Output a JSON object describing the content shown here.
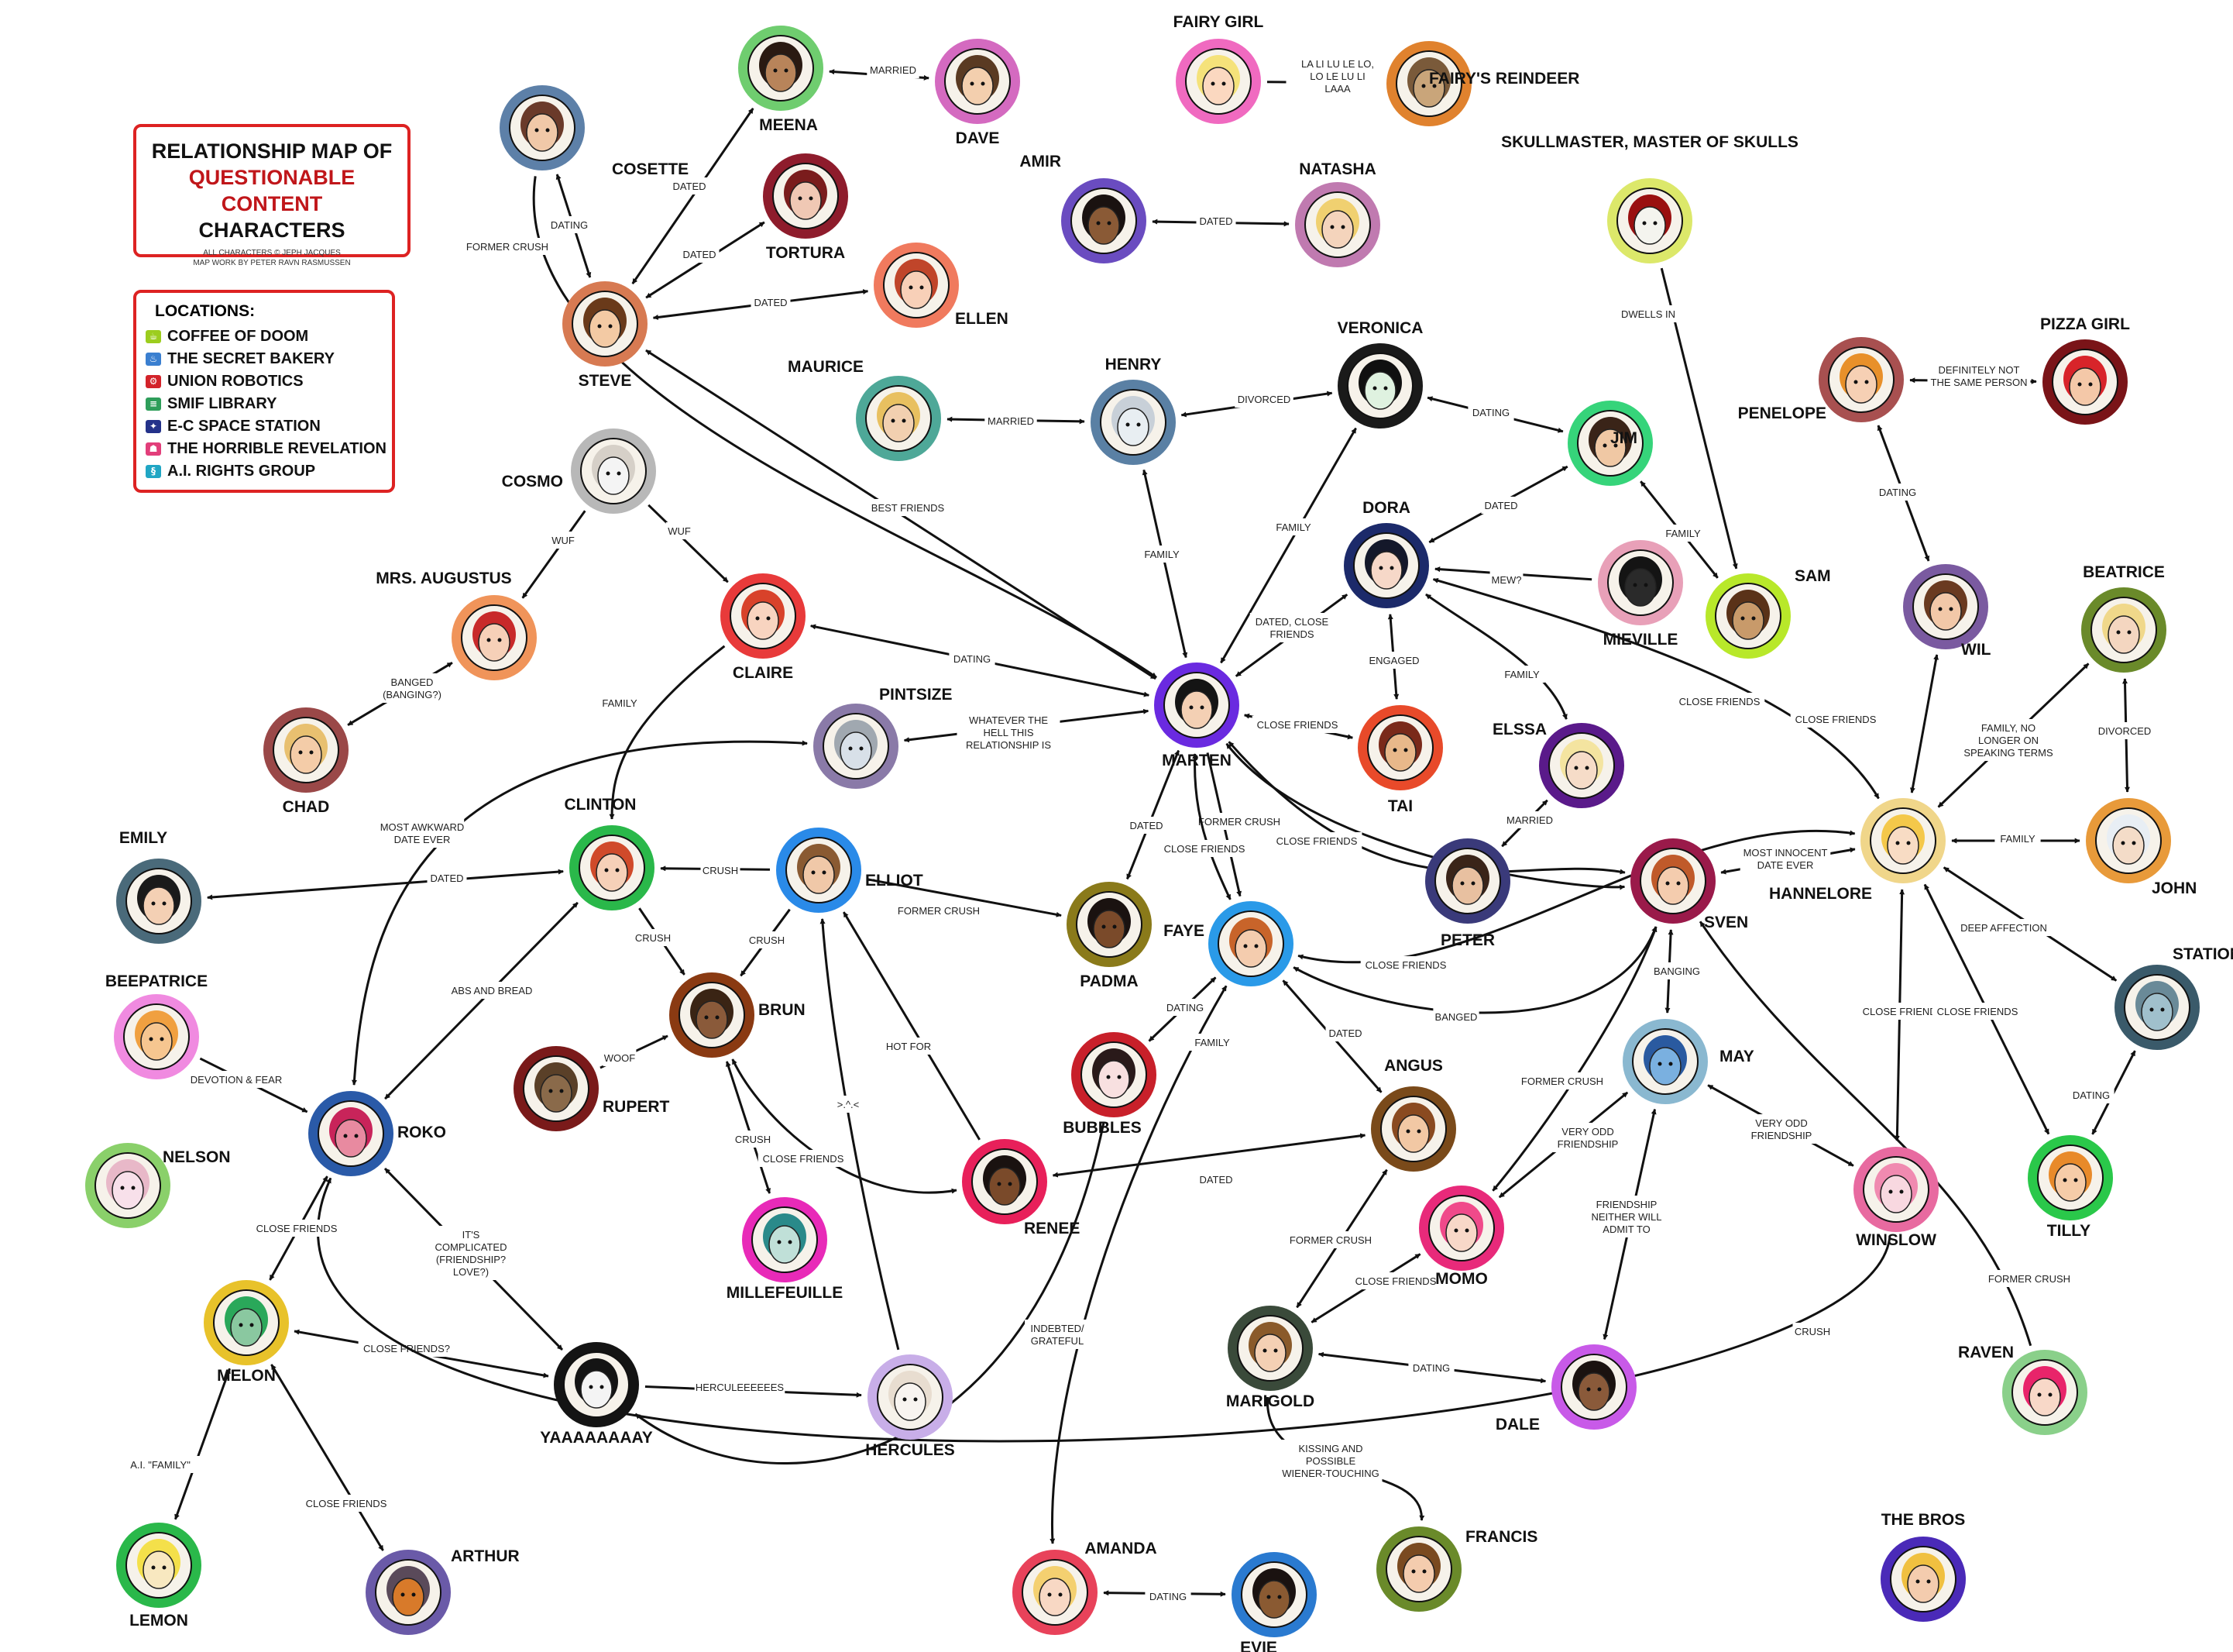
{
  "title": {
    "line1": "RELATIONSHIP MAP OF",
    "line2": "QUESTIONABLE CONTENT",
    "line3": "CHARACTERS",
    "credit1": "ALL CHARACTERS © JEPH JACQUES",
    "credit2": "MAP WORK BY PETER RAVN RASMUSSEN"
  },
  "legend": {
    "title": "LOCATIONS:",
    "items": [
      {
        "id": "coffee",
        "label": "COFFEE OF DOOM",
        "color": "#9ccd1e",
        "icon": "coffee-cup-icon",
        "glyph": "☕"
      },
      {
        "id": "bakery",
        "label": "THE SECRET BAKERY",
        "color": "#3a7fd0",
        "icon": "cake-icon",
        "glyph": "♨"
      },
      {
        "id": "union",
        "label": "UNION ROBOTICS",
        "color": "#d3232a",
        "icon": "robot-icon",
        "glyph": "⚙"
      },
      {
        "id": "smif",
        "label": "SMIF LIBRARY",
        "color": "#2e9e5a",
        "icon": "book-icon",
        "glyph": "≡"
      },
      {
        "id": "space",
        "label": "E-C SPACE STATION",
        "color": "#24328a",
        "icon": "space-station-icon",
        "glyph": "✦"
      },
      {
        "id": "horrible",
        "label": "THE HORRIBLE REVELATION",
        "color": "#e23e7a",
        "icon": "revelation-icon",
        "glyph": "☗"
      },
      {
        "id": "ai",
        "label": "A.I. RIGHTS GROUP",
        "color": "#20a6c4",
        "icon": "ai-rights-icon",
        "glyph": "§"
      }
    ]
  },
  "characters": [
    {
      "id": "cosette",
      "name": "COSETTE",
      "ring": "#5d80a8",
      "skin": "#f0c8a8",
      "hair": "#6a3a2a"
    },
    {
      "id": "meena",
      "name": "MEENA",
      "ring": "#6fcd6f",
      "skin": "#b8845a",
      "hair": "#2a1a12"
    },
    {
      "id": "dave",
      "name": "DAVE",
      "ring": "#d46ac0",
      "skin": "#f3cfae",
      "hair": "#5a3a22"
    },
    {
      "id": "fairygirl",
      "name": "FAIRY GIRL",
      "ring": "#f06ac0",
      "skin": "#fbd8c0",
      "hair": "#f5e27a"
    },
    {
      "id": "reindeer",
      "name": "FAIRY'S REINDEER",
      "ring": "#e0822e",
      "skin": "#c9a57a",
      "hair": "#7a5a3a"
    },
    {
      "id": "tortura",
      "name": "TORTURA",
      "ring": "#8e1c2c",
      "skin": "#f0c8b4",
      "hair": "#7a1c1c"
    },
    {
      "id": "steve",
      "name": "STEVE",
      "ring": "#d77a52",
      "skin": "#f3caa4",
      "hair": "#6a3a1a"
    },
    {
      "id": "ellen",
      "name": "ELLEN",
      "ring": "#f07a5e",
      "skin": "#f8d0b8",
      "hair": "#c0452a"
    },
    {
      "id": "amir",
      "name": "AMIR",
      "ring": "#6a4cc0",
      "skin": "#8a5a36",
      "hair": "#1a1210"
    },
    {
      "id": "natasha",
      "name": "NATASHA",
      "ring": "#c07ab0",
      "skin": "#f4d4bc",
      "hair": "#f0d070"
    },
    {
      "id": "skullmaster",
      "name": "SKULLMASTER, MASTER OF SKULLS",
      "ring": "#dce86a",
      "skin": "#f4f4ee",
      "hair": "#9a1010"
    },
    {
      "id": "maurice",
      "name": "MAURICE",
      "ring": "#4ea898",
      "skin": "#f2d0b0",
      "hair": "#e8c060"
    },
    {
      "id": "henry",
      "name": "HENRY",
      "ring": "#5a80a4",
      "skin": "#e8eef2",
      "hair": "#c8d0d8"
    },
    {
      "id": "veronica",
      "name": "VERONICA",
      "ring": "#1a1a1a",
      "skin": "#dff2e0",
      "hair": "#101010"
    },
    {
      "id": "jim",
      "name": "JIM",
      "ring": "#36d47a",
      "skin": "#f0c8a4",
      "hair": "#3a2418"
    },
    {
      "id": "penelope",
      "name": "PENELOPE",
      "ring": "#a85050",
      "skin": "#f6d0b4",
      "hair": "#e8902a"
    },
    {
      "id": "pizzagirl",
      "name": "PIZZA GIRL",
      "ring": "#7a1418",
      "skin": "#f4c8a8",
      "hair": "#d8242a"
    },
    {
      "id": "cosmo",
      "name": "COSMO",
      "ring": "#b8b8b8",
      "skin": "#f4f4f4",
      "hair": "#d6d0c8"
    },
    {
      "id": "mrsaugustus",
      "name": "MRS. AUGUSTUS",
      "ring": "#f0945a",
      "skin": "#f6d0b8",
      "hair": "#c82a2a"
    },
    {
      "id": "claire",
      "name": "CLAIRE",
      "ring": "#e83a3a",
      "skin": "#f8d4c0",
      "hair": "#d8422a"
    },
    {
      "id": "dora",
      "name": "DORA",
      "ring": "#1c2a6a",
      "skin": "#f6d8c8",
      "hair": "#14182a"
    },
    {
      "id": "mieville",
      "name": "MIEVILLE",
      "ring": "#e8a0b8",
      "skin": "#2a2a2a",
      "hair": "#141414"
    },
    {
      "id": "sam",
      "name": "SAM",
      "ring": "#b8e82a",
      "skin": "#c89a6a",
      "hair": "#5a3218"
    },
    {
      "id": "wil",
      "name": "WIL",
      "ring": "#7a5aa0",
      "skin": "#f2c8a8",
      "hair": "#6a3a20"
    },
    {
      "id": "beatrice",
      "name": "BEATRICE",
      "ring": "#6a8a2a",
      "skin": "#f4d6c0",
      "hair": "#f0d88a"
    },
    {
      "id": "chad",
      "name": "CHAD",
      "ring": "#9a4848",
      "skin": "#f4cca8",
      "hair": "#e8c070"
    },
    {
      "id": "pintsize",
      "name": "PINTSIZE",
      "ring": "#8a7aa8",
      "skin": "#d8e0e8",
      "hair": "#a0a8b0"
    },
    {
      "id": "marten",
      "name": "MARTEN",
      "ring": "#6a2ae0",
      "skin": "#f4d0b4",
      "hair": "#141414"
    },
    {
      "id": "tai",
      "name": "TAI",
      "ring": "#e84a2a",
      "skin": "#e8b88a",
      "hair": "#7a2a1a"
    },
    {
      "id": "elssa",
      "name": "ELSSA",
      "ring": "#5a1a8a",
      "skin": "#f6dcc8",
      "hair": "#f4e4a0"
    },
    {
      "id": "clinton",
      "name": "CLINTON",
      "ring": "#2ab84a",
      "skin": "#f6d0b8",
      "hair": "#d04a2a"
    },
    {
      "id": "elliot",
      "name": "ELLIOT",
      "ring": "#2a8ae8",
      "skin": "#f0c8a8",
      "hair": "#8a5a32"
    },
    {
      "id": "emily",
      "name": "EMILY",
      "ring": "#4a6a7a",
      "skin": "#f4d0b4",
      "hair": "#1a1a1a"
    },
    {
      "id": "padma",
      "name": "PADMA",
      "ring": "#8a7a1a",
      "skin": "#7a4a2a",
      "hair": "#1a1210"
    },
    {
      "id": "peter",
      "name": "PETER",
      "ring": "#3a3a7a",
      "skin": "#e8c0a0",
      "hair": "#3a2418"
    },
    {
      "id": "sven",
      "name": "SVEN",
      "ring": "#9a1a4a",
      "skin": "#f4ccae",
      "hair": "#c05a2a"
    },
    {
      "id": "hannelore",
      "name": "HANNELORE",
      "ring": "#f0d68a",
      "skin": "#f8dcc4",
      "hair": "#f4c84a"
    },
    {
      "id": "john",
      "name": "JOHN",
      "ring": "#e89a3a",
      "skin": "#f4dcc8",
      "hair": "#e8eef4"
    },
    {
      "id": "beepatrice",
      "name": "BEEPATRICE",
      "ring": "#f08ae0",
      "skin": "#f6c690",
      "hair": "#f0a040"
    },
    {
      "id": "faye",
      "name": "FAYE",
      "ring": "#2a9ae8",
      "skin": "#f4ccae",
      "hair": "#c8642a"
    },
    {
      "id": "brun",
      "name": "BRUN",
      "ring": "#8a3a12",
      "skin": "#8a5a3a",
      "hair": "#3a2414"
    },
    {
      "id": "rupert",
      "name": "RUPERT",
      "ring": "#7a1a1a",
      "skin": "#8a6a4a",
      "hair": "#5a4028"
    },
    {
      "id": "station",
      "name": "STATION",
      "ring": "#3a5a6a",
      "skin": "#a0c0cc",
      "hair": "#6a8a98"
    },
    {
      "id": "nelson",
      "name": "NELSON",
      "ring": "#8ad06a",
      "skin": "#f8e0ea",
      "hair": "#e8b8c8"
    },
    {
      "id": "roko",
      "name": "ROKO",
      "ring": "#2a5aa8",
      "skin": "#e88aa0",
      "hair": "#c8245a"
    },
    {
      "id": "bubbles",
      "name": "BUBBLES",
      "ring": "#c8202a",
      "skin": "#f8e0e0",
      "hair": "#2a1a1a"
    },
    {
      "id": "angus",
      "name": "ANGUS",
      "ring": "#7a4a1a",
      "skin": "#f2c8a4",
      "hair": "#8a4a20"
    },
    {
      "id": "may",
      "name": "MAY",
      "ring": "#8ab8d0",
      "skin": "#7ab0e0",
      "hair": "#2a5aa0"
    },
    {
      "id": "tilly",
      "name": "TILLY",
      "ring": "#2ac84a",
      "skin": "#f6cca8",
      "hair": "#e88a2a"
    },
    {
      "id": "winslow",
      "name": "WINSLOW",
      "ring": "#e86aa0",
      "skin": "#f8d8e0",
      "hair": "#f08ab0"
    },
    {
      "id": "millefeuille",
      "name": "MILLEFEUILLE",
      "ring": "#e82ab8",
      "skin": "#c0e0d8",
      "hair": "#2a8a8a"
    },
    {
      "id": "renee",
      "name": "RENEE",
      "ring": "#e8205a",
      "skin": "#7a4a2a",
      "hair": "#1a1210"
    },
    {
      "id": "momo",
      "name": "MOMO",
      "ring": "#e82a7a",
      "skin": "#f8d8c8",
      "hair": "#f04a8a"
    },
    {
      "id": "melon",
      "name": "MELON",
      "ring": "#e8c22a",
      "skin": "#8ac8a0",
      "hair": "#2aa85a"
    },
    {
      "id": "yaaaaaaaay",
      "name": "YAAAAAAAAY",
      "ring": "#141414",
      "skin": "#f4f4f4",
      "hair": "#141414"
    },
    {
      "id": "hercules",
      "name": "HERCULES",
      "ring": "#c8aee8",
      "skin": "#f8f4f0",
      "hair": "#e8ddd0"
    },
    {
      "id": "marigold",
      "name": "MARIGOLD",
      "ring": "#3a4a3a",
      "skin": "#f4d0b4",
      "hair": "#8a5a2a"
    },
    {
      "id": "dale",
      "name": "DALE",
      "ring": "#c85ae8",
      "skin": "#8a5a3a",
      "hair": "#1a1210"
    },
    {
      "id": "raven",
      "name": "RAVEN",
      "ring": "#8ad08a",
      "skin": "#f8d8c8",
      "hair": "#e8246a"
    },
    {
      "id": "lemon",
      "name": "LEMON",
      "ring": "#2ab84a",
      "skin": "#f8e8c0",
      "hair": "#f4e04a"
    },
    {
      "id": "arthur",
      "name": "ARTHUR",
      "ring": "#6a5aa8",
      "skin": "#d87a2a",
      "hair": "#5a4a5a"
    },
    {
      "id": "amanda",
      "name": "AMANDA",
      "ring": "#e8425a",
      "skin": "#f8d8c4",
      "hair": "#f4d070"
    },
    {
      "id": "evie",
      "name": "EVIE",
      "ring": "#2a7ad0",
      "skin": "#8a5a32",
      "hair": "#1a1210"
    },
    {
      "id": "francis",
      "name": "FRANCIS",
      "ring": "#6a8a2a",
      "skin": "#f4ccae",
      "hair": "#7a4a20"
    },
    {
      "id": "thebros",
      "name": "THE BROS",
      "ring": "#4a2ab8",
      "skin": "#f4ccae",
      "hair": "#f0c040"
    }
  ],
  "edges": [
    {
      "label": "MARRIED"
    },
    {
      "label": "LA LI LU LE LO, LO LE LU LI LAAA"
    },
    {
      "label": "DATED"
    },
    {
      "label": "DATING"
    },
    {
      "label": "DATED"
    },
    {
      "label": "DATED"
    },
    {
      "label": "FORMER CRUSH"
    },
    {
      "label": "DATED"
    },
    {
      "label": "MARRIED"
    },
    {
      "label": "DIVORCED"
    },
    {
      "label": "DATING"
    },
    {
      "label": "DWELLS IN"
    },
    {
      "label": "DEFINITELY NOT THE SAME PERSON"
    },
    {
      "label": "BEST FRIENDS"
    },
    {
      "label": "FAMILY"
    },
    {
      "label": "FAMILY"
    },
    {
      "label": "DATED"
    },
    {
      "label": "FAMILY"
    },
    {
      "label": "WUF"
    },
    {
      "label": "WUF"
    },
    {
      "label": "MEW?"
    },
    {
      "label": "DATING"
    },
    {
      "label": "DATED, CLOSE FRIENDS"
    },
    {
      "label": "ENGAGED"
    },
    {
      "label": "FAMILY"
    },
    {
      "label": "DATING"
    },
    {
      "label": "BANGED (BANGING?)"
    },
    {
      "label": "FAMILY"
    },
    {
      "label": "CLOSE FRIENDS"
    },
    {
      "label": "WHATEVER THE HELL THIS RELATIONSHIP IS"
    },
    {
      "label": "CLOSE FRIENDS"
    },
    {
      "label": "CLOSE FRIENDS"
    },
    {
      "label": "MARRIED"
    },
    {
      "label": "FAMILY, NO LONGER ON SPEAKING TERMS"
    },
    {
      "label": "DIVORCED"
    },
    {
      "label": "MOST AWKWARD DATE EVER"
    },
    {
      "label": "DATED"
    },
    {
      "label": "CRUSH"
    },
    {
      "label": "CRUSH"
    },
    {
      "label": "CRUSH"
    },
    {
      "label": "FORMER CRUSH"
    },
    {
      "label": "DATED"
    },
    {
      "label": "FORMER CRUSH"
    },
    {
      "label": "CLOSE FRIENDS"
    },
    {
      "label": "CLOSE FRIENDS"
    },
    {
      "label": "MOST INNOCENT DATE EVER"
    },
    {
      "label": "FAMILY"
    },
    {
      "label": "CLOSE FRIENDS"
    },
    {
      "label": "BANGED"
    },
    {
      "label": "ABS AND BREAD"
    },
    {
      "label": "WOOF"
    },
    {
      "label": "DEVOTION & FEAR"
    },
    {
      "label": "HOT FOR"
    },
    {
      "label": ">.^.<"
    },
    {
      "label": "DATING"
    },
    {
      "label": "FAMILY"
    },
    {
      "label": "DATED"
    },
    {
      "label": "BANGING"
    },
    {
      "label": "DEEP AFFECTION"
    },
    {
      "label": "DATING"
    },
    {
      "label": "CLOSE FRIENDS"
    },
    {
      "label": "CLOSE FRIENDS"
    },
    {
      "label": "CRUSH"
    },
    {
      "label": "CLOSE FRIENDS"
    },
    {
      "label": "DATED"
    },
    {
      "label": "FORMER CRUSH"
    },
    {
      "label": "VERY ODD FRIENDSHIP"
    },
    {
      "label": "VERY ODD FRIENDSHIP"
    },
    {
      "label": "FRIENDSHIP NEITHER WILL ADMIT TO"
    },
    {
      "label": "FORMER CRUSH"
    },
    {
      "label": "CLOSE FRIENDS"
    },
    {
      "label": "IT'S COMPLICATED (FRIENDSHIP? LOVE?)"
    },
    {
      "label": "CLOSE FRIENDS?"
    },
    {
      "label": "HERCULEEEEEES"
    },
    {
      "label": "INDEBTED/ GRATEFUL"
    },
    {
      "label": "DATING"
    },
    {
      "label": "KISSING AND POSSIBLE WIENER-TOUCHING"
    },
    {
      "label": "CRUSH"
    },
    {
      "label": "FORMER CRUSH"
    },
    {
      "label": "A.I. \"FAMILY\""
    },
    {
      "label": "CLOSE FRIENDS"
    },
    {
      "label": "DATING"
    },
    {
      "label": "CLOSE FRIENDS"
    },
    {
      "label": "CLOSE FRIENDS"
    }
  ]
}
